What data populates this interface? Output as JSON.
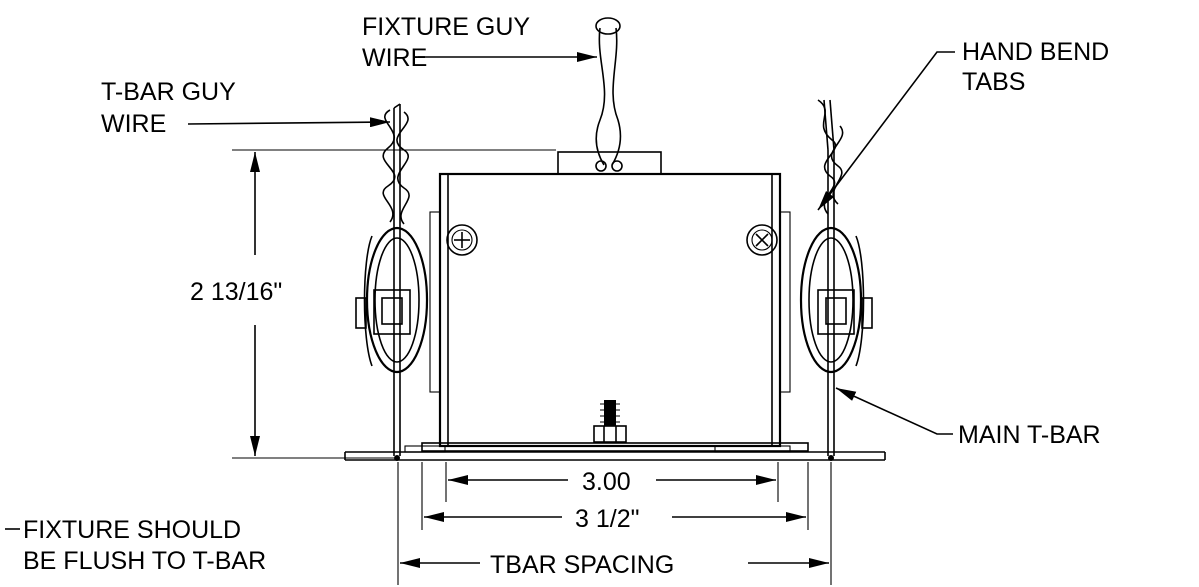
{
  "labels": {
    "fixture_guy_wire_1": "FIXTURE GUY",
    "fixture_guy_wire_2": "WIRE",
    "tbar_guy_wire_1": "T-BAR GUY",
    "tbar_guy_wire_2": "WIRE",
    "hand_bend_tabs_1": "HAND BEND",
    "hand_bend_tabs_2": "TABS",
    "main_tbar": "MAIN T-BAR",
    "flush_note_1": "FIXTURE SHOULD",
    "flush_note_2": "BE FLUSH TO T-BAR"
  },
  "dimensions": {
    "height": "2 13/16\"",
    "width_inner": "3.00",
    "width_outer": "3 1/2\"",
    "tbar_spacing": "TBAR SPACING"
  }
}
